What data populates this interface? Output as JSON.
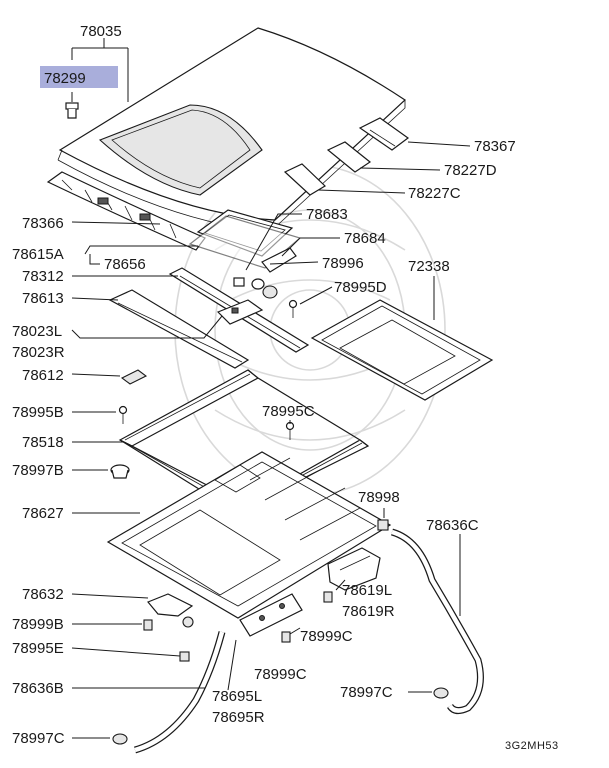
{
  "diagram_code": "3G2MH53",
  "highlight_color": "#a9aedb",
  "labels": {
    "p78035": "78035",
    "p78299": "78299",
    "p78367": "78367",
    "p78227D": "78227D",
    "p78227C": "78227C",
    "p78366": "78366",
    "p78683": "78683",
    "p78615A": "78615A",
    "p78656": "78656",
    "p78684": "78684",
    "p78312": "78312",
    "p78996": "78996",
    "p72338": "72338",
    "p78613": "78613",
    "p78995D": "78995D",
    "p78023L": "78023L",
    "p78023R": "78023R",
    "p78612": "78612",
    "p78995B": "78995B",
    "p78995C": "78995C",
    "p78518": "78518",
    "p78997B": "78997B",
    "p78998": "78998",
    "p78627": "78627",
    "p78636C": "78636C",
    "p78619L": "78619L",
    "p78619R": "78619R",
    "p78632": "78632",
    "p78999B": "78999B",
    "p78999C_a": "78999C",
    "p78995E": "78995E",
    "p78999C_b": "78999C",
    "p78636B": "78636B",
    "p78695L": "78695L",
    "p78695R": "78695R",
    "p78997C_a": "78997C",
    "p78997C_b": "78997C"
  }
}
